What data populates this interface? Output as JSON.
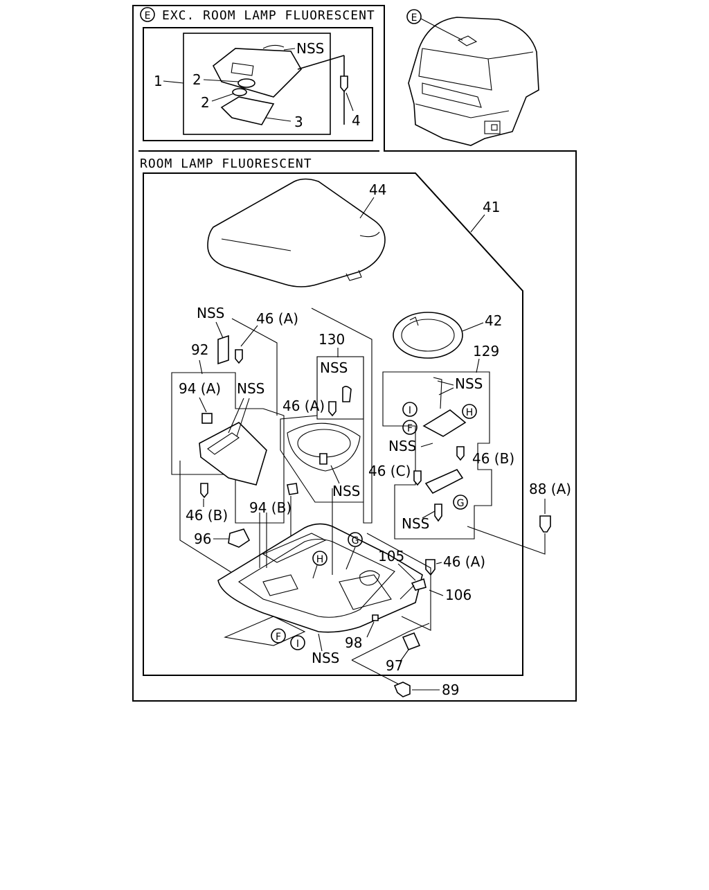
{
  "sections": {
    "exc_title": "EXC. ROOM LAMP FLUORESCENT",
    "main_title": "ROOM LAMP FLUORESCENT"
  },
  "markers": {
    "e": "E",
    "f": "F",
    "g": "G",
    "h": "H",
    "i": "I"
  },
  "labels": {
    "nss": "NSS",
    "p1": "1",
    "p2": "2",
    "p3": "3",
    "p4": "4",
    "p41": "41",
    "p42": "42",
    "p44": "44",
    "p46a": "46 (A)",
    "p46b": "46 (B)",
    "p46c": "46 (C)",
    "p88a": "88 (A)",
    "p89": "89",
    "p92": "92",
    "p94a": "94 (A)",
    "p94b": "94 (B)",
    "p96": "96",
    "p97": "97",
    "p98": "98",
    "p105": "105",
    "p106": "106",
    "p129": "129",
    "p130": "130"
  }
}
